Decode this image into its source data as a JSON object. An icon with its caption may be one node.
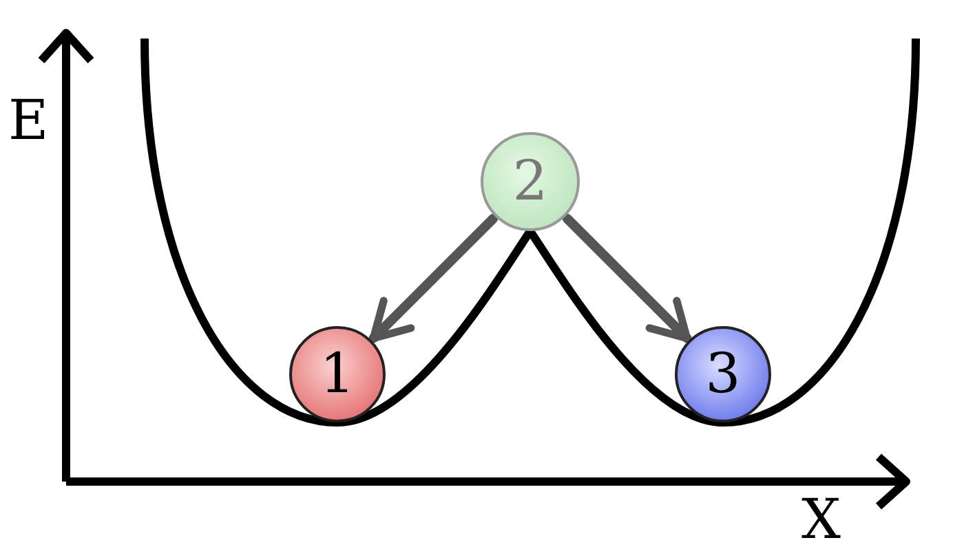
{
  "diagram": {
    "nodes": [
      {
        "text": [
          "1"
        ]
      },
      {
        "text": [
          "2"
        ]
      },
      {
        "text": [
          "3"
        ]
      }
    ],
    "edges": [
      {
        "from": 1,
        "to": 0,
        "arrow": "to"
      },
      {
        "from": 1,
        "to": 2,
        "arrow": "to"
      }
    ],
    "labels": [
      "E",
      "X"
    ]
  }
}
